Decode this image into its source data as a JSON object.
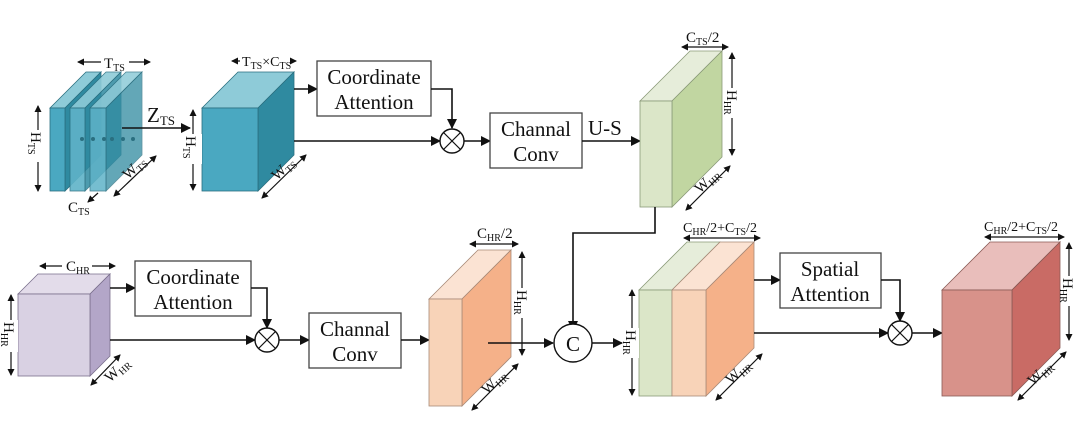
{
  "colors": {
    "ts_front": "#4aa8c1",
    "ts_top": "#8ecbd8",
    "ts_side": "#2f8aa0",
    "ts_slice_front": "#5fb3c8",
    "green_front": "#dbe6c8",
    "green_top": "#e6edda",
    "green_side": "#c1d6a1",
    "hr_front": "#d9d1e3",
    "hr_top": "#e3dcea",
    "hr_side": "#b3a6c8",
    "orange_front": "#f8d3b8",
    "orange_top": "#fbe3d3",
    "orange_side": "#f5b189",
    "red_front": "#d8928a",
    "red_top": "#e9bebb",
    "red_side": "#c96b65"
  },
  "blocks": {
    "ts_slices": {
      "width": "T",
      "width_sub": "TS",
      "height": "H",
      "height_sub": "TS",
      "depth": "W",
      "depth_sub": "TS",
      "channel": "C",
      "channel_sub": "TS"
    },
    "ts_merged": {
      "width": "T",
      "width_sub": "TS",
      "times": "×",
      "width2": "C",
      "width2_sub": "TS",
      "height": "H",
      "height_sub": "TS",
      "depth": "W",
      "depth_sub": "TS"
    },
    "ts_upsampled": {
      "width": "C",
      "width_sub": "TS",
      "width_suffix": "/2",
      "height": "H",
      "height_sub": "HR",
      "depth": "W",
      "depth_sub": "HR"
    },
    "hr_input": {
      "width": "C",
      "width_sub": "HR",
      "height": "H",
      "height_sub": "HR",
      "depth": "W",
      "depth_sub": "HR"
    },
    "hr_conv": {
      "width": "C",
      "width_sub": "HR",
      "width_suffix": "/2",
      "height": "H",
      "height_sub": "HR",
      "depth": "W",
      "depth_sub": "HR"
    },
    "concat": {
      "w1": "C",
      "w1_sub": "HR",
      "mid": "/2+",
      "w2": "C",
      "w2_sub": "TS",
      "end": "/2",
      "height": "H",
      "height_sub": "HR",
      "depth": "W",
      "depth_sub": "HR"
    },
    "output": {
      "w1": "C",
      "w1_sub": "HR",
      "mid": "/2+",
      "w2": "C",
      "w2_sub": "TS",
      "end": "/2",
      "height": "H",
      "height_sub": "HR",
      "depth": "W",
      "depth_sub": "HR"
    }
  },
  "edges": {
    "zts_label": "Z",
    "zts_sub": "TS",
    "us_label": "U-S"
  },
  "modules": {
    "ca_top": {
      "line1": "Coordinate",
      "line2": "Attention"
    },
    "cc_top": {
      "line1": "Channal",
      "line2": "Conv"
    },
    "ca_bottom": {
      "line1": "Coordinate",
      "line2": "Attention"
    },
    "cc_bottom": {
      "line1": "Channal",
      "line2": "Conv"
    },
    "sa": {
      "line1": "Spatial",
      "line2": "Attention"
    }
  },
  "operators": {
    "multiply_symbol": "⊗",
    "concat_label": "C"
  }
}
